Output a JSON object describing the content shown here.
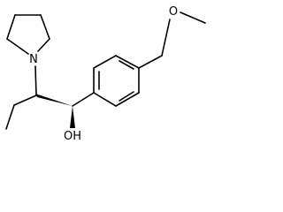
{
  "molecule": {
    "atom_labels": {
      "nitrogen": "N",
      "methoxy_oxygen": "O",
      "hydroxyl": "OH"
    },
    "stereo_bonds": [
      "wedge",
      "wedge"
    ],
    "colors": {
      "bonds": "#000000",
      "background": "#ffffff"
    }
  }
}
